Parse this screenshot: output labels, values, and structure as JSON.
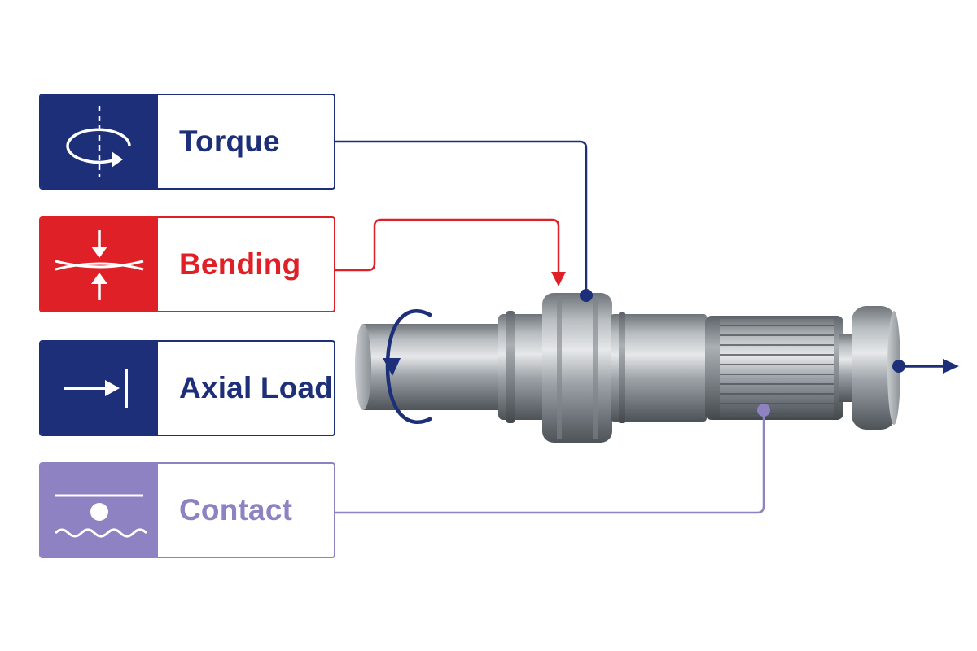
{
  "colors": {
    "navy": "#1c2f78",
    "red": "#df2027",
    "lavender": "#8e82c2",
    "steel": "#8f959b"
  },
  "cards": [
    {
      "id": "torque",
      "label": "Torque",
      "color": "#1c2f78",
      "icon": "rotation-icon"
    },
    {
      "id": "bending",
      "label": "Bending",
      "color": "#df2027",
      "icon": "bending-icon"
    },
    {
      "id": "axial",
      "label": "Axial Load",
      "color": "#1c2f78",
      "icon": "axial-load-icon"
    },
    {
      "id": "contact",
      "label": "Contact",
      "color": "#8e82c2",
      "icon": "contact-icon"
    }
  ]
}
